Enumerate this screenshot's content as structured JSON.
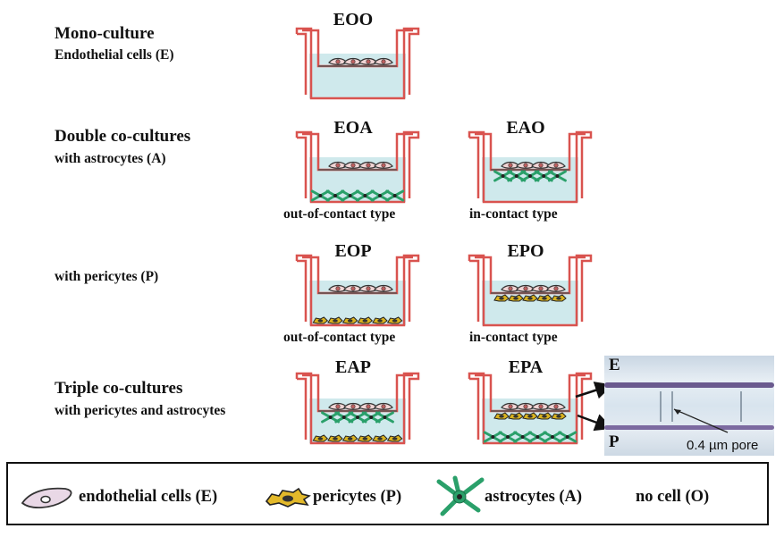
{
  "sections": {
    "mono_title": "Mono-culture",
    "mono_sub": "Endothelial cells (E)",
    "double_title": "Double co-cultures",
    "double_sub": "with astrocytes (A)",
    "pericytes_sub": "with pericytes (P)",
    "triple_title": "Triple co-cultures",
    "triple_sub": "with pericytes and astrocytes"
  },
  "wells": [
    {
      "code": "EOO",
      "insert": "none",
      "bottom": "none",
      "caption": ""
    },
    {
      "code": "EOA",
      "insert": "none",
      "bottom": "astrocyte",
      "caption": "out-of-contact type"
    },
    {
      "code": "EAO",
      "insert": "astrocyte",
      "bottom": "none",
      "caption": "in-contact type"
    },
    {
      "code": "EOP",
      "insert": "none",
      "bottom": "pericyte",
      "caption": "out-of-contact type"
    },
    {
      "code": "EPO",
      "insert": "pericyte",
      "bottom": "none",
      "caption": "in-contact type"
    },
    {
      "code": "EAP",
      "insert": "astrocyte",
      "bottom": "pericyte",
      "caption": ""
    },
    {
      "code": "EPA",
      "insert": "pericyte",
      "bottom": "astrocyte",
      "caption": ""
    }
  ],
  "micrograph": {
    "top_label": "E",
    "bottom_label": "P",
    "pore_label": "0.4 µm pore"
  },
  "legend": {
    "endothelial": "endothelial cells (E)",
    "pericytes": "pericytes (P)",
    "astrocytes": "astrocytes (A)",
    "no_cell": "no cell (O)"
  },
  "colors": {
    "well_outline": "#d9534f",
    "medium": "#cfe9ec",
    "endothelial": "#c06060",
    "astrocyte": "#2aa06a",
    "pericyte": "#d9b21f"
  }
}
